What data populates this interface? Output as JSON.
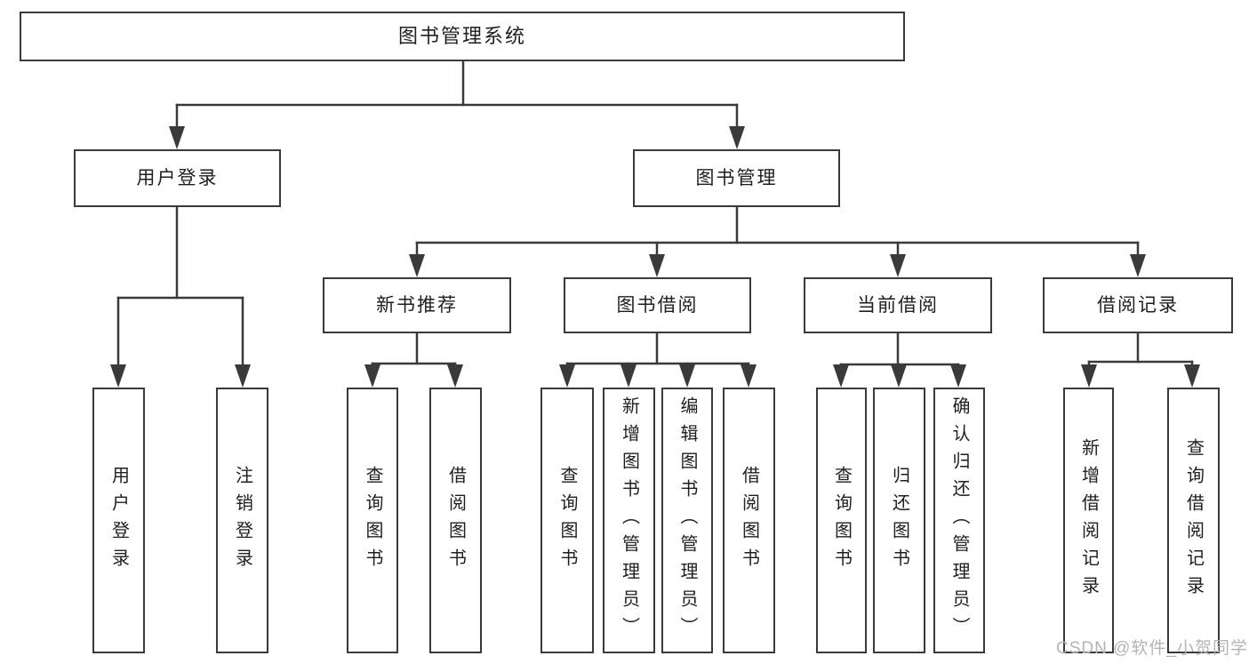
{
  "diagram": {
    "root": {
      "label": "图书管理系统"
    },
    "user_login": {
      "label": "用户登录",
      "children": {
        "login": "用户登录",
        "logout": "注销登录"
      }
    },
    "book_management": {
      "label": "图书管理",
      "sections": {
        "new_book": {
          "label": "新书推荐",
          "children": {
            "query": "查询图书",
            "borrow": "借阅图书"
          }
        },
        "borrowing": {
          "label": "图书借阅",
          "children": {
            "query": "查询图书",
            "add": "新增图书（管理员）",
            "edit": "编辑图书（管理员）",
            "borrow": "借阅图书"
          }
        },
        "current": {
          "label": "当前借阅",
          "children": {
            "query": "查询图书",
            "return": "归还图书",
            "confirm": "确认归还（管理员）"
          }
        },
        "records": {
          "label": "借阅记录",
          "children": {
            "add": "新增借阅记录",
            "query": "查询借阅记录"
          }
        }
      }
    }
  },
  "watermark": "CSDN @软件_小贺同学",
  "colors": {
    "line": "#3a3a3a",
    "text": "#1f1f1f",
    "background": "#ffffff",
    "watermark": "#b2b4b6"
  }
}
